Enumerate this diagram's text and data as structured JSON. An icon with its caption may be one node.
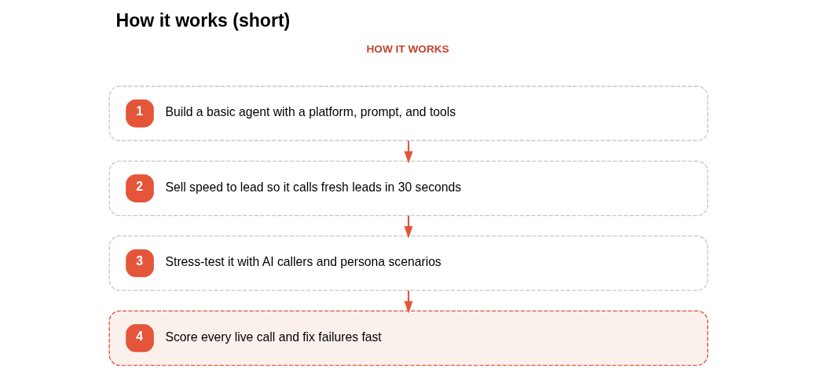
{
  "diagram": {
    "title": "How it works (short)",
    "nodes": [
      {
        "text": [
          "1",
          "Build a basic agent with a platform, prompt, and tools"
        ]
      },
      {
        "text": [
          "2",
          "Sell speed to lead so it calls fresh leads in 30 seconds"
        ]
      },
      {
        "text": [
          "3",
          "Stress-test it with AI callers and persona scenarios"
        ]
      },
      {
        "text": [
          "4",
          "Score every live call and fix failures fast"
        ]
      }
    ],
    "edges": [
      {
        "from": 0,
        "to": 1,
        "arrow": "to"
      },
      {
        "from": 1,
        "to": 2,
        "arrow": "to"
      },
      {
        "from": 2,
        "to": 3,
        "arrow": "to"
      }
    ],
    "labels": [
      "HOW IT WORKS"
    ]
  }
}
